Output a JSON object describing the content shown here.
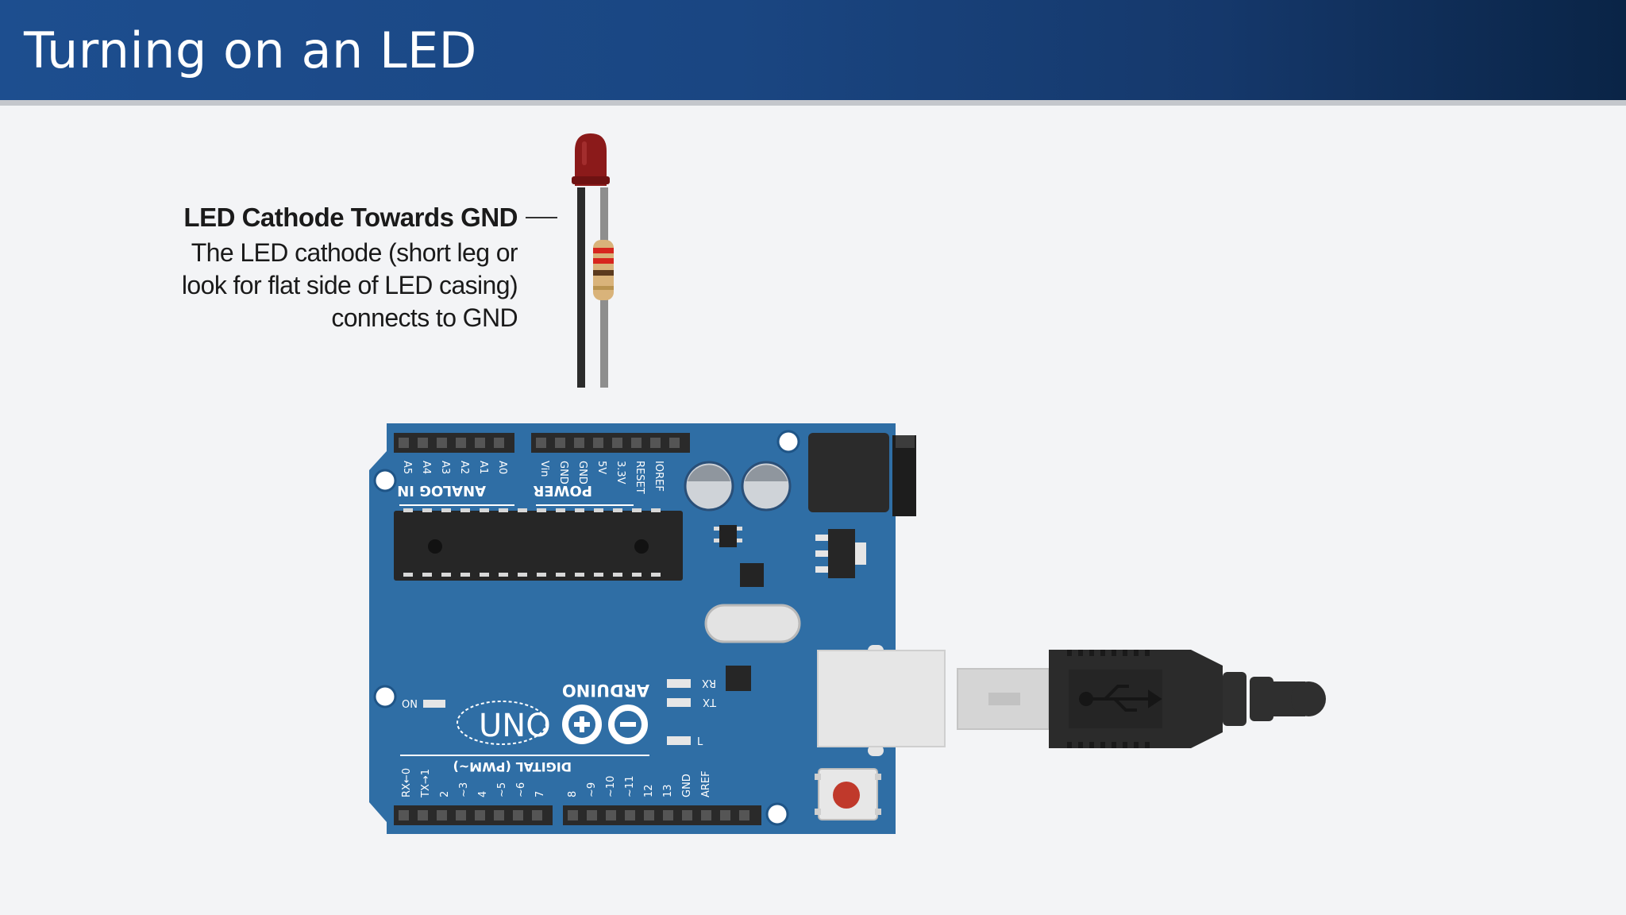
{
  "slide": {
    "title": "Turning on an LED"
  },
  "annotation": {
    "heading": "LED Cathode Towards GND",
    "lines": [
      "The LED cathode (short leg or",
      "look for flat side of LED casing)",
      "connects to GND"
    ]
  },
  "board": {
    "brand": "ARDUINO",
    "model": "UNO",
    "analog_header_label": "ANALOG IN",
    "power_header_label": "POWER",
    "digital_header_label": "DIGITAL (PWM~)",
    "on_label": "ON",
    "rx_label": "RX",
    "tx_label": "TX",
    "l_label": "L",
    "analog_pins": [
      "A5",
      "A4",
      "A3",
      "A2",
      "A1",
      "A0"
    ],
    "power_pins": [
      "Vin",
      "GND",
      "GND",
      "5V",
      "3.3V",
      "RESET",
      "IOREF"
    ],
    "digital_pins": [
      "RX←0",
      "TX→1",
      "2",
      "~3",
      "4",
      "~5",
      "~6",
      "7",
      "8",
      "~9",
      "~10",
      "~11",
      "12",
      "13",
      "GND",
      "AREF"
    ]
  },
  "colors": {
    "board": "#2f6ea5",
    "led": "#8b1a1a",
    "header_bar": "#1d4e8f"
  }
}
